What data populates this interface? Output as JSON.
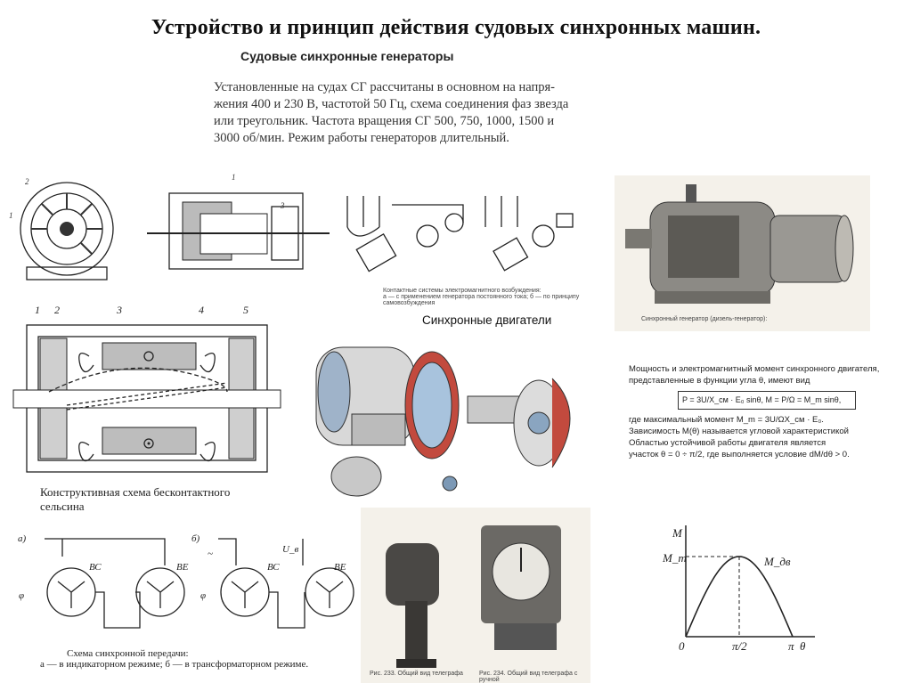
{
  "title": "Устройство и принцип действия судовых синхронных машин.",
  "section_heading": "Судовые синхронные генераторы",
  "paragraph_lines": [
    "Установленные на судах СГ рассчитаны в основном на напря-",
    "жения 400 и 230 В, частотой 50 Гц, схема соединения фаз звезда",
    "или треугольник. Частота вращения СГ 500, 750, 1000, 1500 и",
    "3000 об/мин. Режим работы генераторов длительный."
  ],
  "label_motors": "Синхронные двигатели",
  "caption_selsyn": [
    "Конструктивная схема бесконтактного",
    "сельсина"
  ],
  "caption_transfer": [
    "Схема синхронной передачи:",
    "а — в индикаторном режиме; б — в трансформаторном режиме."
  ],
  "caption_excitation": [
    "Контактные системы электромагнитного возбуждения:",
    "а — с применением генератора постоянного тока; б — по принципу самовозбуждения"
  ],
  "caption_generator": [
    "Синхронный генератор (дизель-генератор):"
  ],
  "selsyn_numbers": [
    "1",
    "2",
    "3",
    "4",
    "5"
  ],
  "motor_text": {
    "line1": "Мощность и электромагнитный момент синхронного двигателя,",
    "line2": "представленные в функции угла θ, имеют вид",
    "formula": "P = 3U/X_см · E₀ sinθ,  M = P/Ω = M_m sinθ,",
    "line3": "где максимальный момент  M_m = 3U/ΩX_см · E₀.",
    "line4": "Зависимость  M(θ)  называется  угловой характеристикой",
    "line5": "Областью устойчивой работы двигателя является",
    "line6": "участок θ = 0 ÷ π/2, где выполняется условие dM/dθ > 0."
  },
  "graph": {
    "y_axis": "M",
    "m_max": "M_m",
    "curve": "M_дв",
    "x_ticks": [
      "0",
      "π/2",
      "π"
    ],
    "x_axis": "θ"
  },
  "transfer_labels": {
    "a": "а)",
    "b": "б)",
    "bc": "ВС",
    "be": "ВЕ",
    "phi": "φ",
    "ub": "U_в",
    "tilde": "~"
  },
  "photo_captions": [
    "Рис. 233. Общий вид телеграфа",
    "Рис. 234. Общий вид телеграфа с ручной"
  ]
}
